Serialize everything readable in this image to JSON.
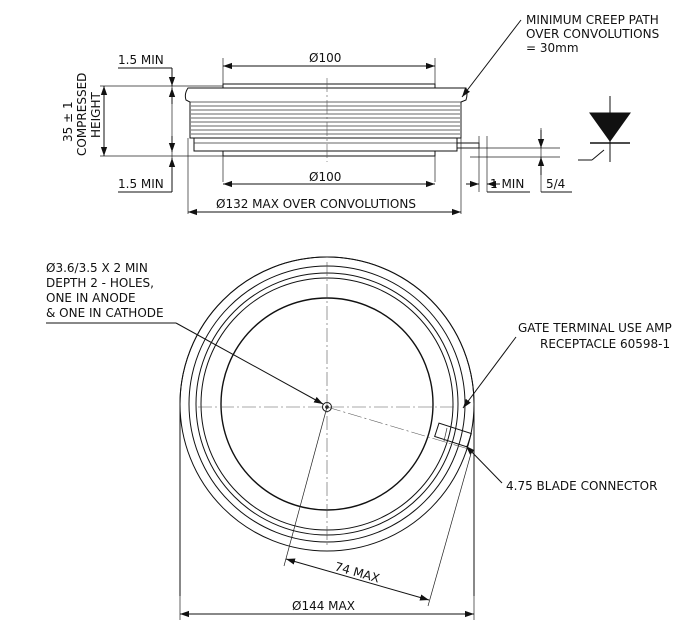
{
  "side_view": {
    "top_diameter": "Ø100",
    "bottom_diameter": "Ø100",
    "min_top": "1.5 MIN",
    "min_bottom": "1.5 MIN",
    "height_value": "35 ± 1",
    "height_label_1": "COMPRESSED",
    "height_label_2": "HEIGHT",
    "overall_diameter": "Ø132 MAX OVER CONVOLUTIONS",
    "gate_min": "1 MIN",
    "gate_pitch": "5/4"
  },
  "creep_note": {
    "line1": "MINIMUM CREEP PATH",
    "line2": "OVER CONVOLUTIONS",
    "line3": "= 30mm"
  },
  "symbol": {
    "name": "thyristor"
  },
  "top_view": {
    "hole_note_1": "Ø3.6/3.5 X 2 MIN",
    "hole_note_2": "DEPTH 2 - HOLES,",
    "hole_note_3": "ONE IN ANODE",
    "hole_note_4": "& ONE IN CATHODE",
    "gate_note_1": "GATE TERMINAL USE AMP",
    "gate_note_2": "RECEPTACLE 60598-1",
    "blade_note": "4.75 BLADE CONNECTOR",
    "radius_dim": "74 MAX",
    "overall_dim": "Ø144 MAX"
  }
}
